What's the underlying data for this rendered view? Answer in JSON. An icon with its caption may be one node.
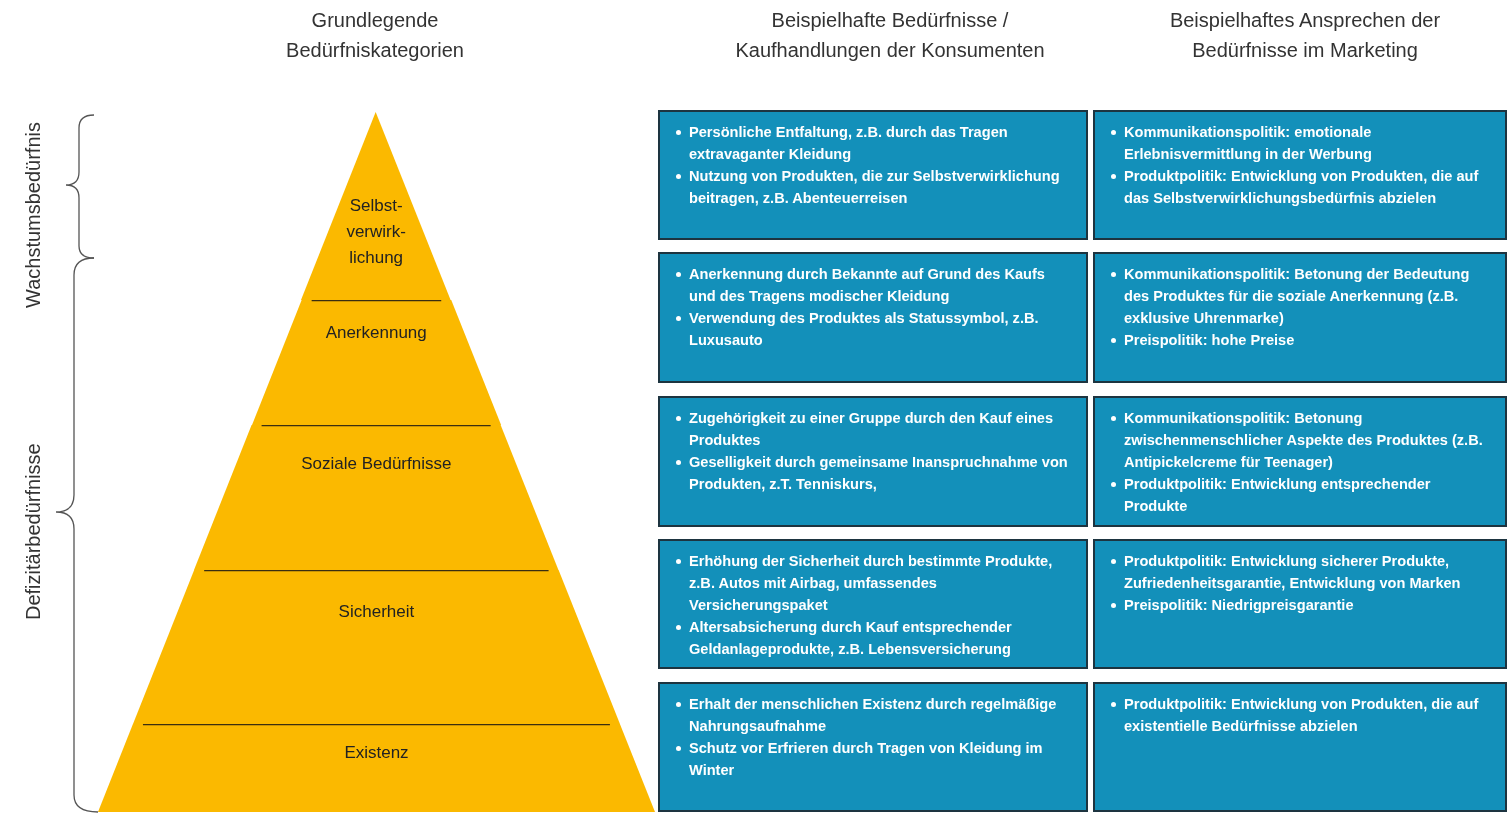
{
  "diagram": {
    "nodes": [
      {
        "text": [
          "Selbst- verwirk- lichung"
        ]
      },
      {
        "text": [
          "Anerkennung"
        ]
      },
      {
        "text": [
          "Soziale Bedürfnisse"
        ]
      },
      {
        "text": [
          "Sicherheit"
        ]
      },
      {
        "text": [
          "Existenz"
        ]
      },
      {
        "text": [
          "Persönliche Entfaltung, z.B. durch das Tragen extravaganter Kleidung",
          "Nutzung von Produkten, die zur Selbstverwirklichung beitragen, z.B. Abenteuerreisen"
        ]
      },
      {
        "text": [
          "Kommunikationspolitik: emotionale Erlebnisvermittlung in der Werbung",
          "Produktpolitik: Entwicklung von Produkten, die auf das Selbstverwirklichungsbedürfnis abzielen"
        ]
      },
      {
        "text": [
          "Anerkennung durch Bekannte auf Grund des Kaufs und des Tragens modischer Kleidung",
          "Verwendung des Produktes als Statussymbol, z.B. Luxusauto"
        ]
      },
      {
        "text": [
          "Kommunikationspolitik: Betonung der Bedeutung des Produktes für die soziale Anerkennung  (z.B. exklusive Uhrenmarke)",
          "Preispolitik: hohe Preise"
        ]
      },
      {
        "text": [
          "Zugehörigkeit zu einer Gruppe durch den Kauf eines Produktes",
          "Geselligkeit durch gemeinsame Inanspruchnahme von Produkten, z.T. Tenniskurs,"
        ]
      },
      {
        "text": [
          "Kommunikationspolitik: Betonung zwischenmenschlicher Aspekte des Produktes (z.B. Antipickelcreme für Teenager)",
          "Produktpolitik: Entwicklung entsprechender Produkte"
        ]
      },
      {
        "text": [
          "Erhöhung der Sicherheit durch bestimmte Produkte, z.B. Autos mit Airbag, umfassendes Versicherungspaket",
          "Altersabsicherung durch Kauf entsprechender Geldanlageprodukte, z.B. Lebensversicherung"
        ]
      },
      {
        "text": [
          "Produktpolitik: Entwicklung sicherer Produkte, Zufriedenheitsgarantie, Entwicklung von Marken",
          "Preispolitik: Niedrigpreisgarantie"
        ]
      },
      {
        "text": [
          "Erhalt der menschlichen Existenz durch regelmäßige Nahrungsaufnahme",
          "Schutz vor Erfrieren durch Tragen von Kleidung im Winter"
        ]
      },
      {
        "text": [
          "Produktpolitik: Entwicklung von Produkten, die auf existentielle  Bedürfnisse abzielen"
        ]
      }
    ],
    "labels": [
      "Grundlegende Bedürfniskategorien",
      "Beispielhafte Bedürfnisse / Kaufhandlungen der Konsumenten",
      "Beispielhaftes Ansprechen der Bedürfnisse im Marketing",
      "Wachstumsbedürfnis",
      "Defizitärbedürfnisse"
    ]
  }
}
